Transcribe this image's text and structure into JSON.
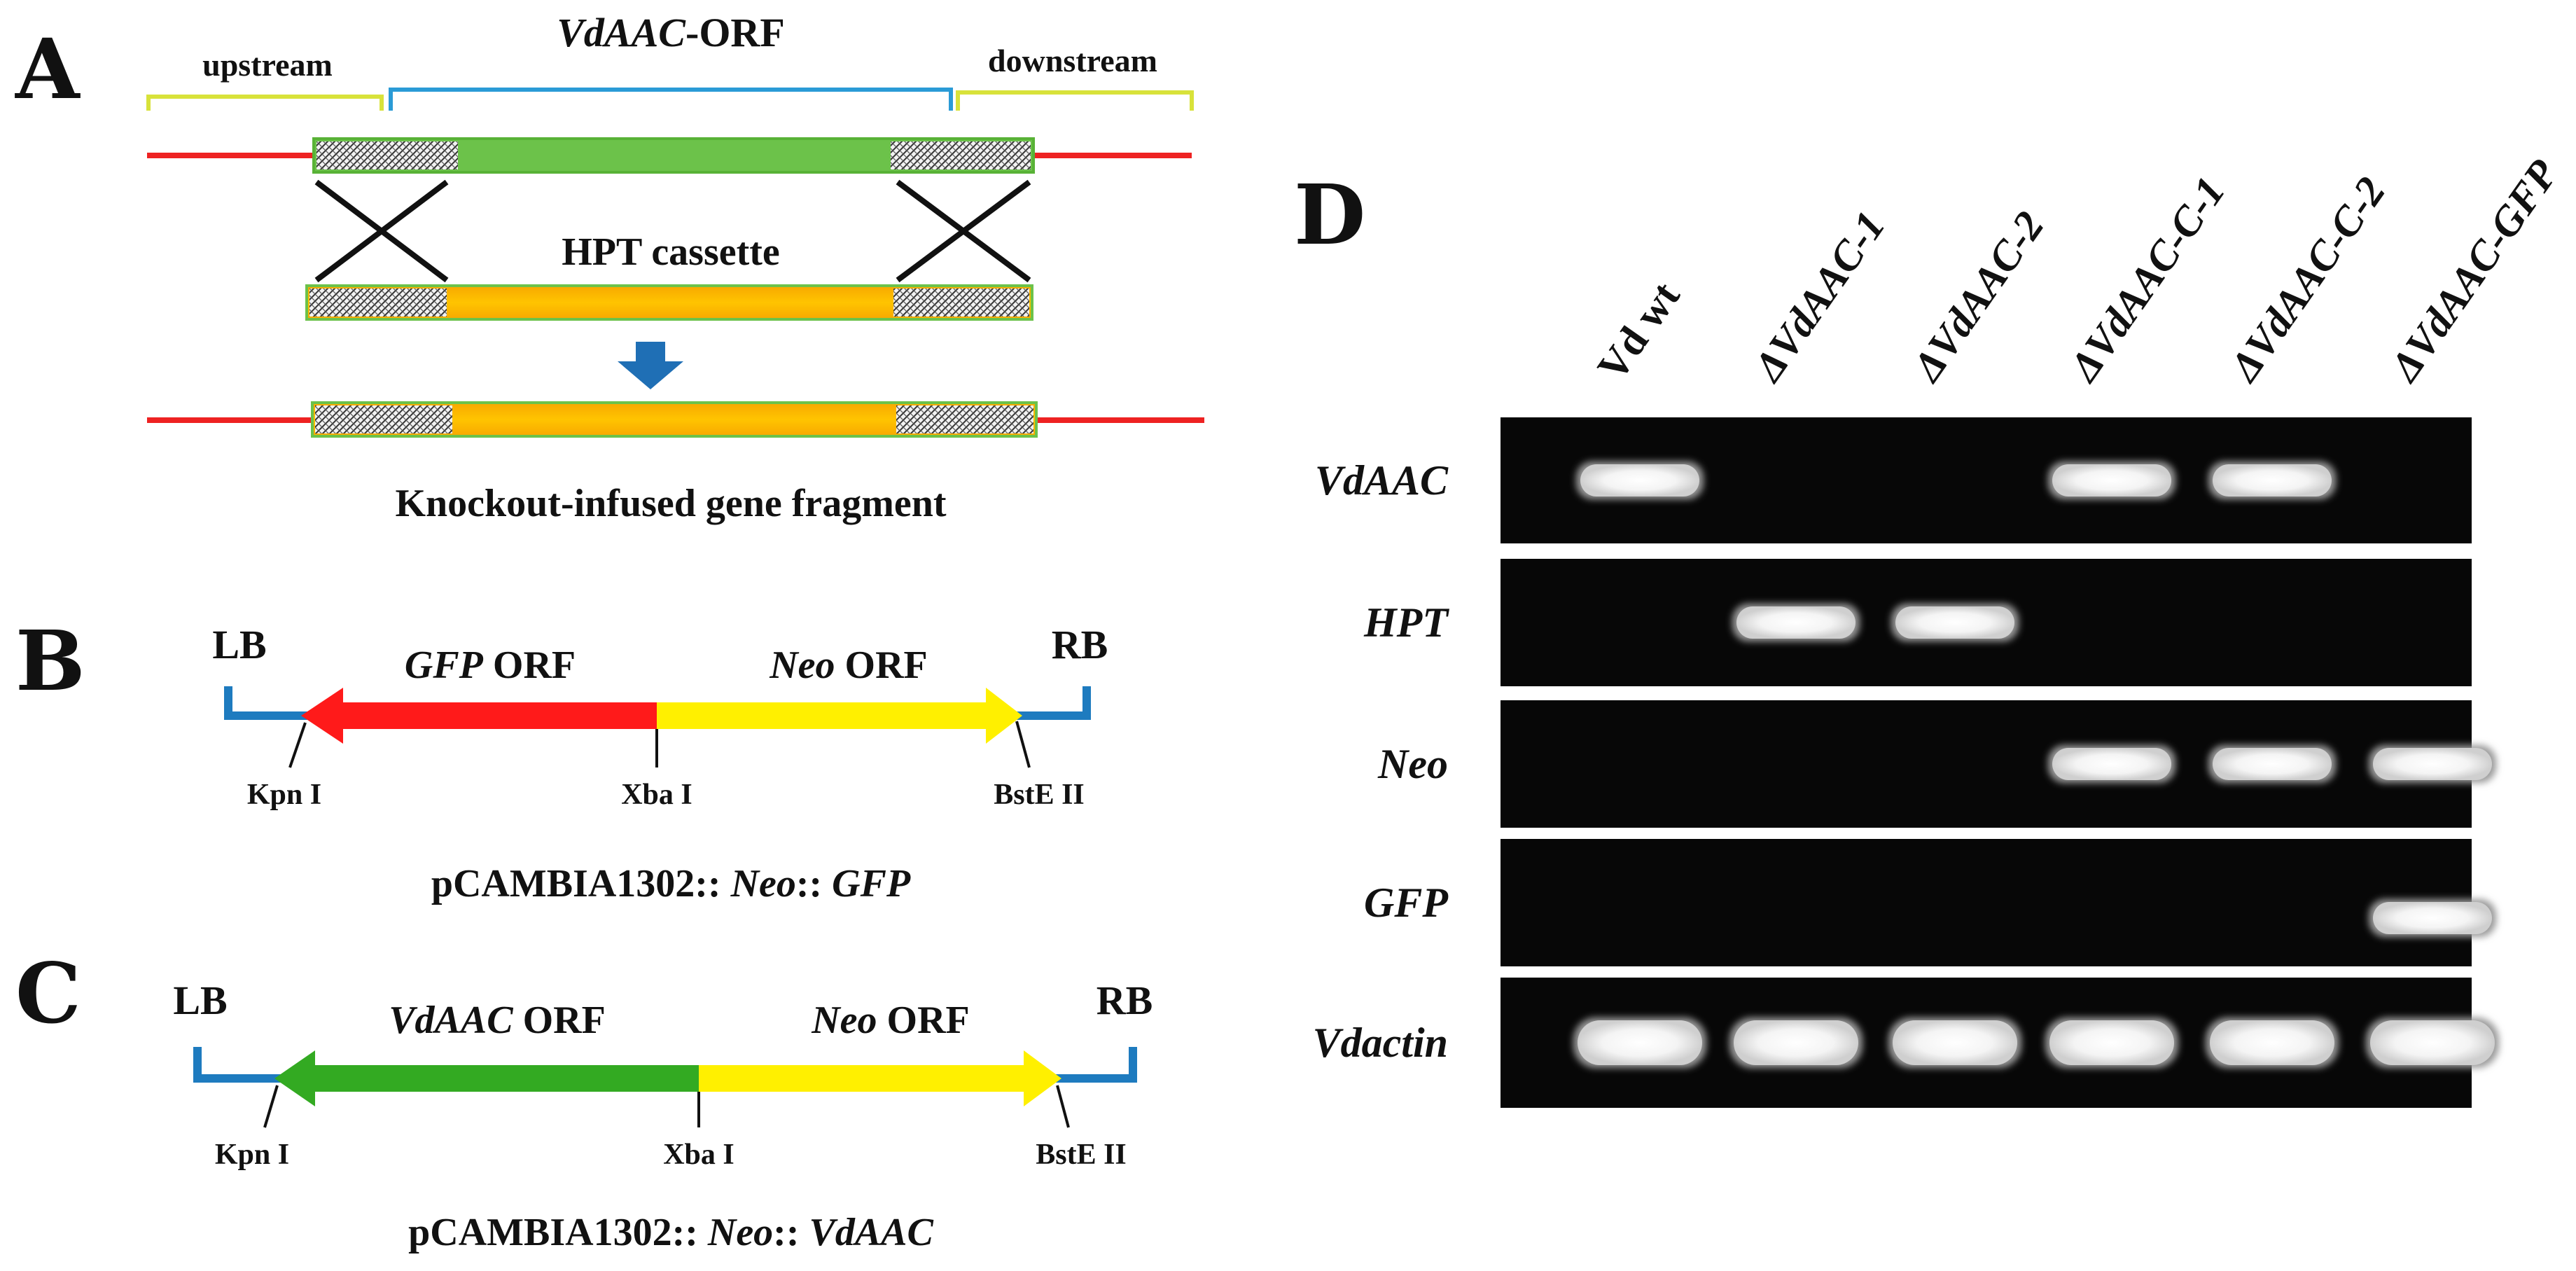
{
  "panel_labels": {
    "a": "A",
    "b": "B",
    "c": "C",
    "d": "D"
  },
  "panel_a": {
    "upstream": "upstream",
    "orf_italic": "VdAAC",
    "orf_suffix": "-ORF",
    "downstream": "downstream",
    "cassette": "HPT cassette",
    "caption": "Knockout-infused gene fragment"
  },
  "panel_b": {
    "lb": "LB",
    "rb": "RB",
    "left_orf_italic": "GFP",
    "left_orf_suffix": " ORF",
    "right_orf_italic": "Neo",
    "right_orf_suffix": " ORF",
    "site_left": "Kpn I",
    "site_mid": "Xba I",
    "site_right": "BstE II",
    "caption_prefix": "pCAMBIA1302:: ",
    "caption_italic1": "Neo",
    "caption_sep": ":: ",
    "caption_italic2": "GFP"
  },
  "panel_c": {
    "lb": "LB",
    "rb": "RB",
    "left_orf_italic": "VdAAC",
    "left_orf_suffix": " ORF",
    "right_orf_italic": "Neo",
    "right_orf_suffix": " ORF",
    "site_left": "Kpn I",
    "site_mid": "Xba I",
    "site_right": "BstE II",
    "caption_prefix": "pCAMBIA1302:: ",
    "caption_italic1": "Neo",
    "caption_sep": ":: ",
    "caption_italic2": "VdAAC"
  },
  "panel_d": {
    "lanes": [
      "Vd wt",
      "ΔVdAAC-1",
      "ΔVdAAC-2",
      "ΔVdAAC-C-1",
      "ΔVdAAC-C-2",
      "ΔVdAAC-GFP"
    ],
    "genes": [
      "VdAAC",
      "HPT",
      "Neo",
      "GFP",
      "Vdactin"
    ],
    "bands": [
      [
        1,
        0,
        0,
        1,
        1,
        0
      ],
      [
        0,
        1,
        1,
        0,
        0,
        0
      ],
      [
        0,
        0,
        0,
        1,
        1,
        1
      ],
      [
        0,
        0,
        0,
        0,
        0,
        1
      ],
      [
        1,
        1,
        1,
        1,
        1,
        1
      ]
    ]
  },
  "colors": {
    "red_line": "#ee2222",
    "green": "#6cc24a",
    "orange": "#f7a800",
    "yellow": "#fff000",
    "gfp_red": "#ff1a1a",
    "vdaac_green": "#33aa22",
    "blue_arrow": "#1f6fb5",
    "backbone_blue": "#1e7bbf",
    "bracket_yellow": "#d8e23a",
    "bracket_blue": "#2a9bd6",
    "gel": "#070707"
  }
}
